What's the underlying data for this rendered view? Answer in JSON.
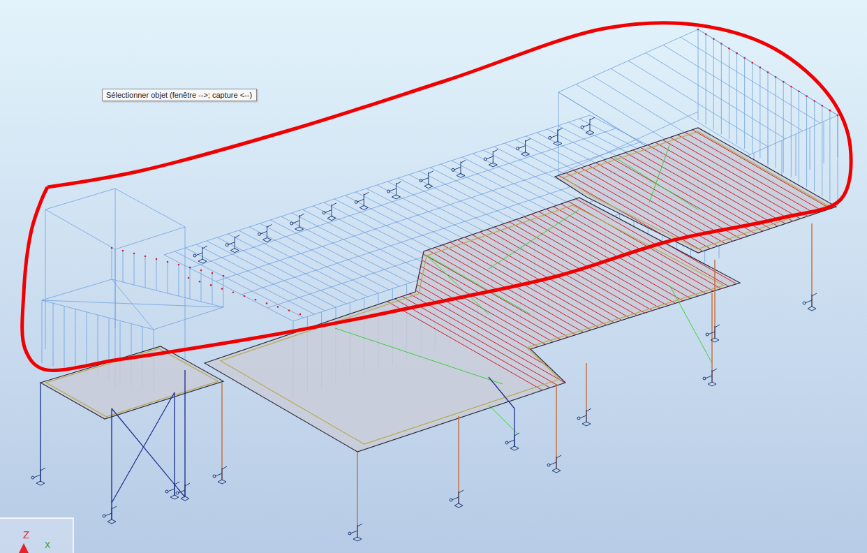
{
  "diagram": {
    "nodes": [
      {
        "text": [
          "Sélectionner objet (fenêtre -->; capture <--)"
        ]
      }
    ],
    "labels": [
      "Z",
      "X"
    ]
  }
}
